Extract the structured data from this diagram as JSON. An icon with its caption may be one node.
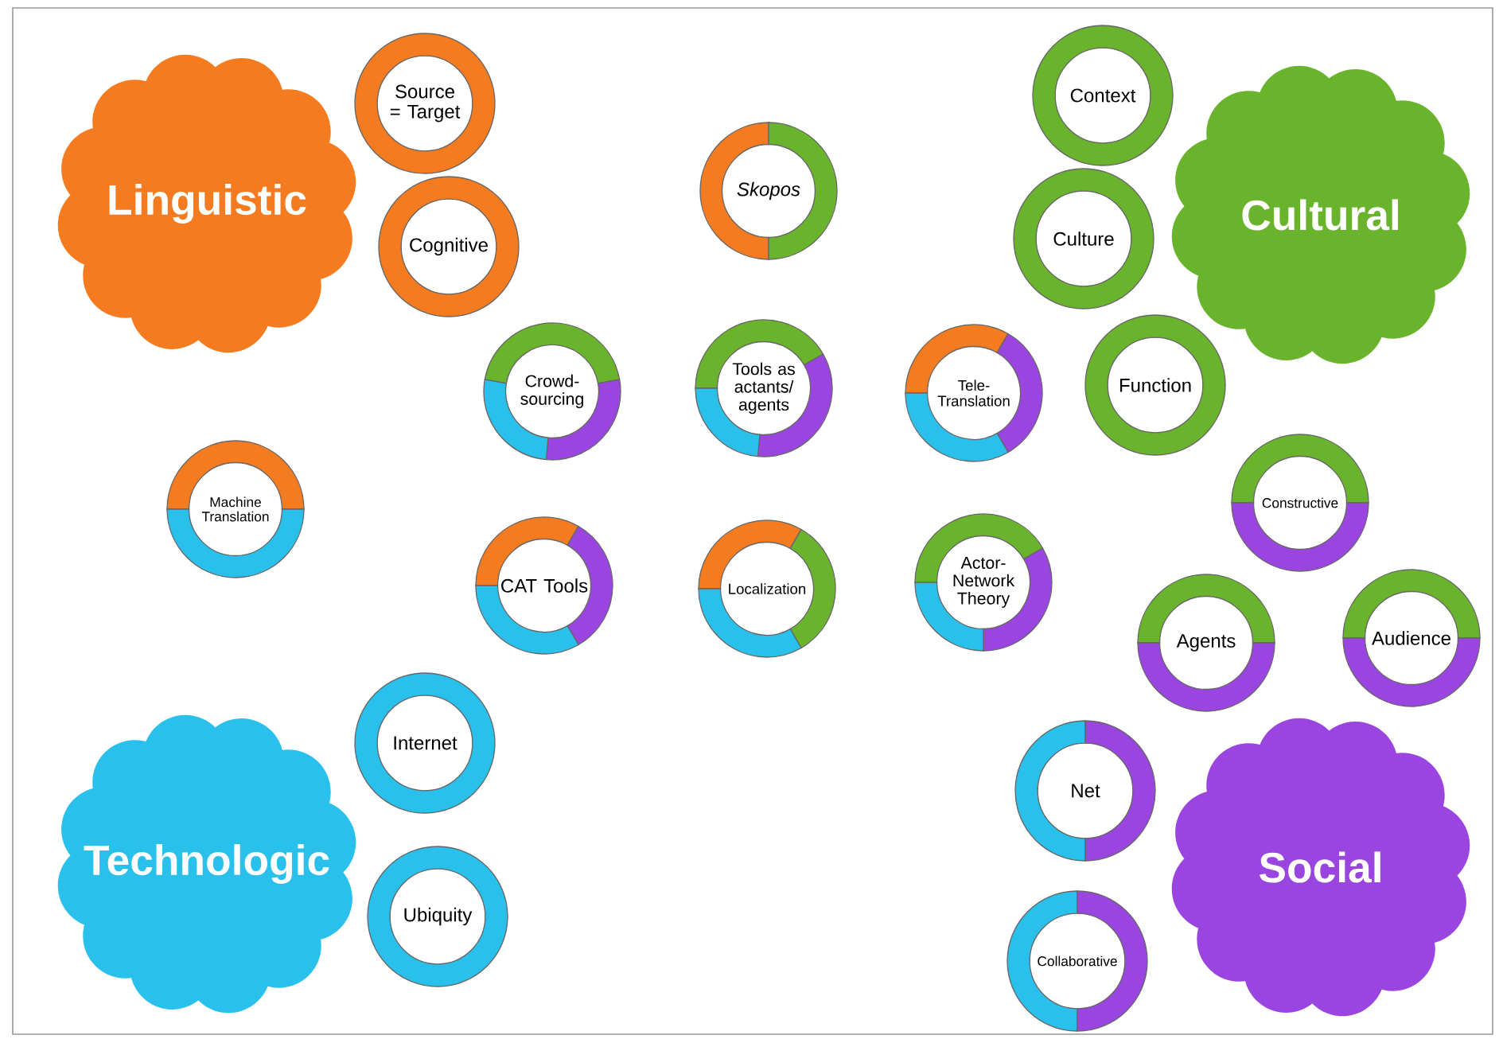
{
  "diagram": {
    "nodes": [
      {
        "text": [
          "Linguistic"
        ]
      },
      {
        "text": [
          "Source = Target"
        ]
      },
      {
        "text": [
          "Cognitive"
        ]
      },
      {
        "text": [
          "Skopos"
        ]
      },
      {
        "text": [
          "Context"
        ]
      },
      {
        "text": [
          "Culture"
        ]
      },
      {
        "text": [
          "Cultural"
        ]
      },
      {
        "text": [
          "Crowd-sourcing"
        ]
      },
      {
        "text": [
          "Tools as actants/ agents"
        ]
      },
      {
        "text": [
          "Tele-Translation"
        ]
      },
      {
        "text": [
          "Function"
        ]
      },
      {
        "text": [
          "Machine Translation"
        ]
      },
      {
        "text": [
          "Constructive"
        ]
      },
      {
        "text": [
          "CAT Tools"
        ]
      },
      {
        "text": [
          "Localization"
        ]
      },
      {
        "text": [
          "Actor-Network Theory"
        ]
      },
      {
        "text": [
          "Agents"
        ]
      },
      {
        "text": [
          "Audience"
        ]
      },
      {
        "text": [
          "Internet"
        ]
      },
      {
        "text": [
          "Net"
        ]
      },
      {
        "text": [
          "Technologic"
        ]
      },
      {
        "text": [
          "Ubiquity"
        ]
      },
      {
        "text": [
          "Social"
        ]
      },
      {
        "text": [
          "Collaborative"
        ]
      }
    ]
  }
}
